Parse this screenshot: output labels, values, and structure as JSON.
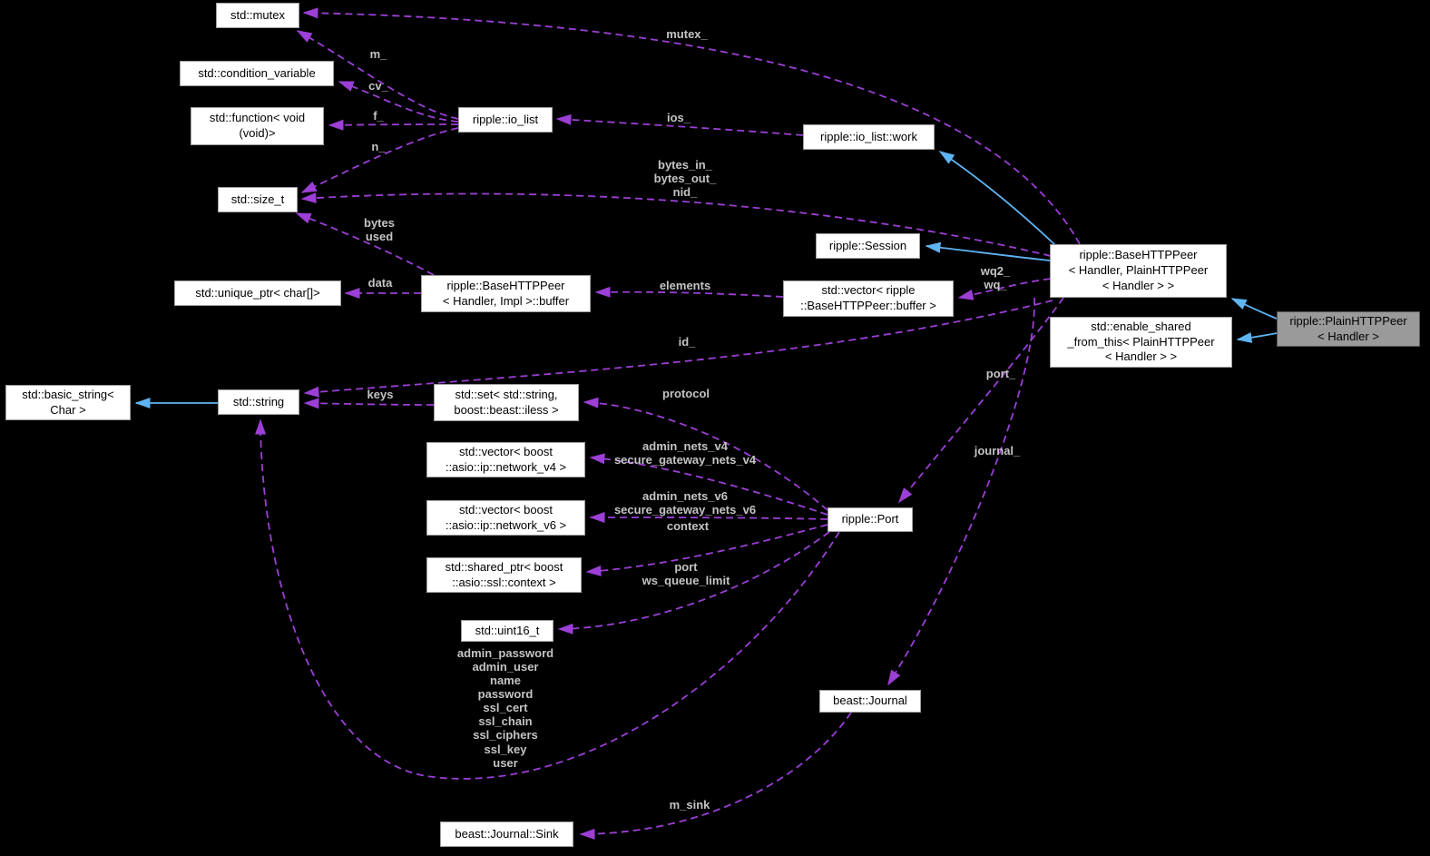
{
  "title": "Collaboration diagram for ripple::PlainHTTPPeer< Handler >",
  "colors": {
    "background": "#000000",
    "node_fill": "#ffffff",
    "node_border": "#9f9f9f",
    "node_text": "#000000",
    "current_node_fill": "#9a9a9a",
    "current_node_border": "#565656",
    "usage_edge": "#9c3fd6",
    "inheritance_edge": "#5fb4f2",
    "edge_label_text": "#c4c4c4"
  },
  "nodes": {
    "mutex": {
      "label": "std::mutex"
    },
    "condvar": {
      "label": "std::condition_variable"
    },
    "func": {
      "label": "std::function< void\n(void)>"
    },
    "iolist": {
      "label": "ripple::io_list"
    },
    "sizet": {
      "label": "std::size_t"
    },
    "work": {
      "label": "ripple::io_list::work"
    },
    "session": {
      "label": "ripple::Session"
    },
    "base": {
      "label": "ripple::BaseHTTPPeer\n< Handler, PlainHTTPPeer\n< Handler > >"
    },
    "enable": {
      "label": "std::enable_shared\n_from_this< PlainHTTPPeer\n< Handler > >"
    },
    "plain": {
      "label": "ripple::PlainHTTPPeer\n< Handler >"
    },
    "uniqueptr": {
      "label": "std::unique_ptr< char[]>"
    },
    "buffer": {
      "label": "ripple::BaseHTTPPeer\n< Handler, Impl >::buffer"
    },
    "vecbuffer": {
      "label": "std::vector< ripple\n::BaseHTTPPeer::buffer >"
    },
    "basicstring": {
      "label": "std::basic_string<\nChar >"
    },
    "string": {
      "label": "std::string"
    },
    "setiless": {
      "label": "std::set< std::string,\nboost::beast::iless >"
    },
    "vecv4": {
      "label": "std::vector< boost\n::asio::ip::network_v4 >"
    },
    "vecv6": {
      "label": "std::vector< boost\n::asio::ip::network_v6 >"
    },
    "sharedctx": {
      "label": "std::shared_ptr< boost\n::asio::ssl::context >"
    },
    "port": {
      "label": "ripple::Port"
    },
    "uint16": {
      "label": "std::uint16_t"
    },
    "journal": {
      "label": "beast::Journal"
    },
    "sink": {
      "label": "beast::Journal::Sink"
    }
  },
  "edge_labels": {
    "m": {
      "text": "m_"
    },
    "cv": {
      "text": "cv_"
    },
    "f": {
      "text": "f_"
    },
    "n": {
      "text": "n_"
    },
    "mutex_": {
      "text": "mutex_"
    },
    "ios": {
      "text": "ios_"
    },
    "bytesio": {
      "text": "bytes_in_\nbytes_out_\nnid_"
    },
    "bytesused": {
      "text": "bytes\nused"
    },
    "data": {
      "text": "data"
    },
    "elements": {
      "text": "elements"
    },
    "wq": {
      "text": "wq2_\nwq_"
    },
    "id": {
      "text": "id_"
    },
    "keys": {
      "text": "keys"
    },
    "protocol": {
      "text": "protocol"
    },
    "netsv4": {
      "text": "admin_nets_v4\nsecure_gateway_nets_v4"
    },
    "netsv6": {
      "text": "admin_nets_v6\nsecure_gateway_nets_v6"
    },
    "context": {
      "text": "context"
    },
    "portws": {
      "text": "port\nws_queue_limit"
    },
    "port_": {
      "text": "port_"
    },
    "journal_": {
      "text": "journal_"
    },
    "portstrings": {
      "text": "admin_password\nadmin_user\nname\npassword\nssl_cert\nssl_chain\nssl_ciphers\nssl_key\nuser"
    },
    "msink": {
      "text": "m_sink"
    }
  }
}
